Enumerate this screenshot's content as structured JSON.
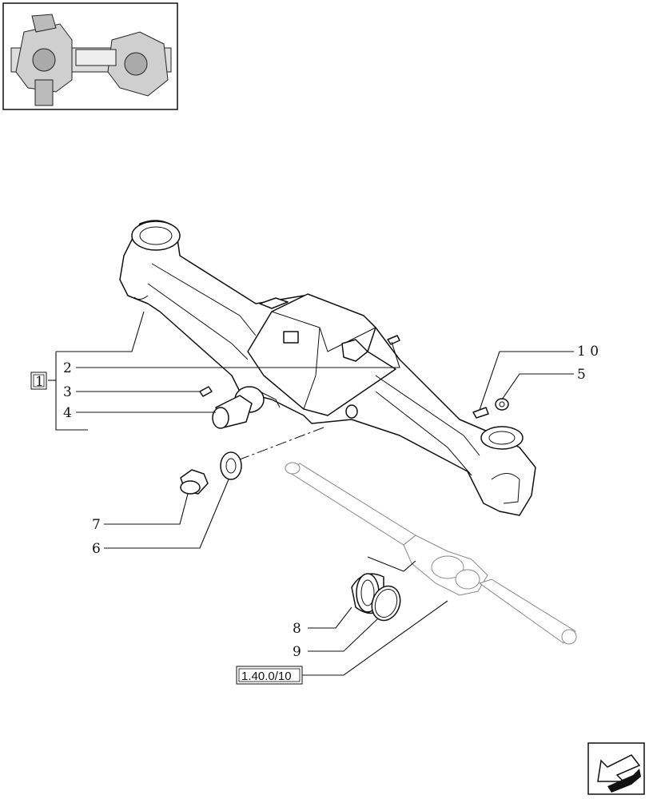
{
  "labels": {
    "l1": "1",
    "l2": "2",
    "l3": "3",
    "l4": "4",
    "l5": "5",
    "l6": "6",
    "l7": "7",
    "l8": "8",
    "l9": "9",
    "l10": "1 0"
  },
  "reference": "1.40.0/10",
  "icons": {
    "thumbnail": "axle-thumbnail-icon",
    "nav": "next-page-arrow-icon"
  }
}
